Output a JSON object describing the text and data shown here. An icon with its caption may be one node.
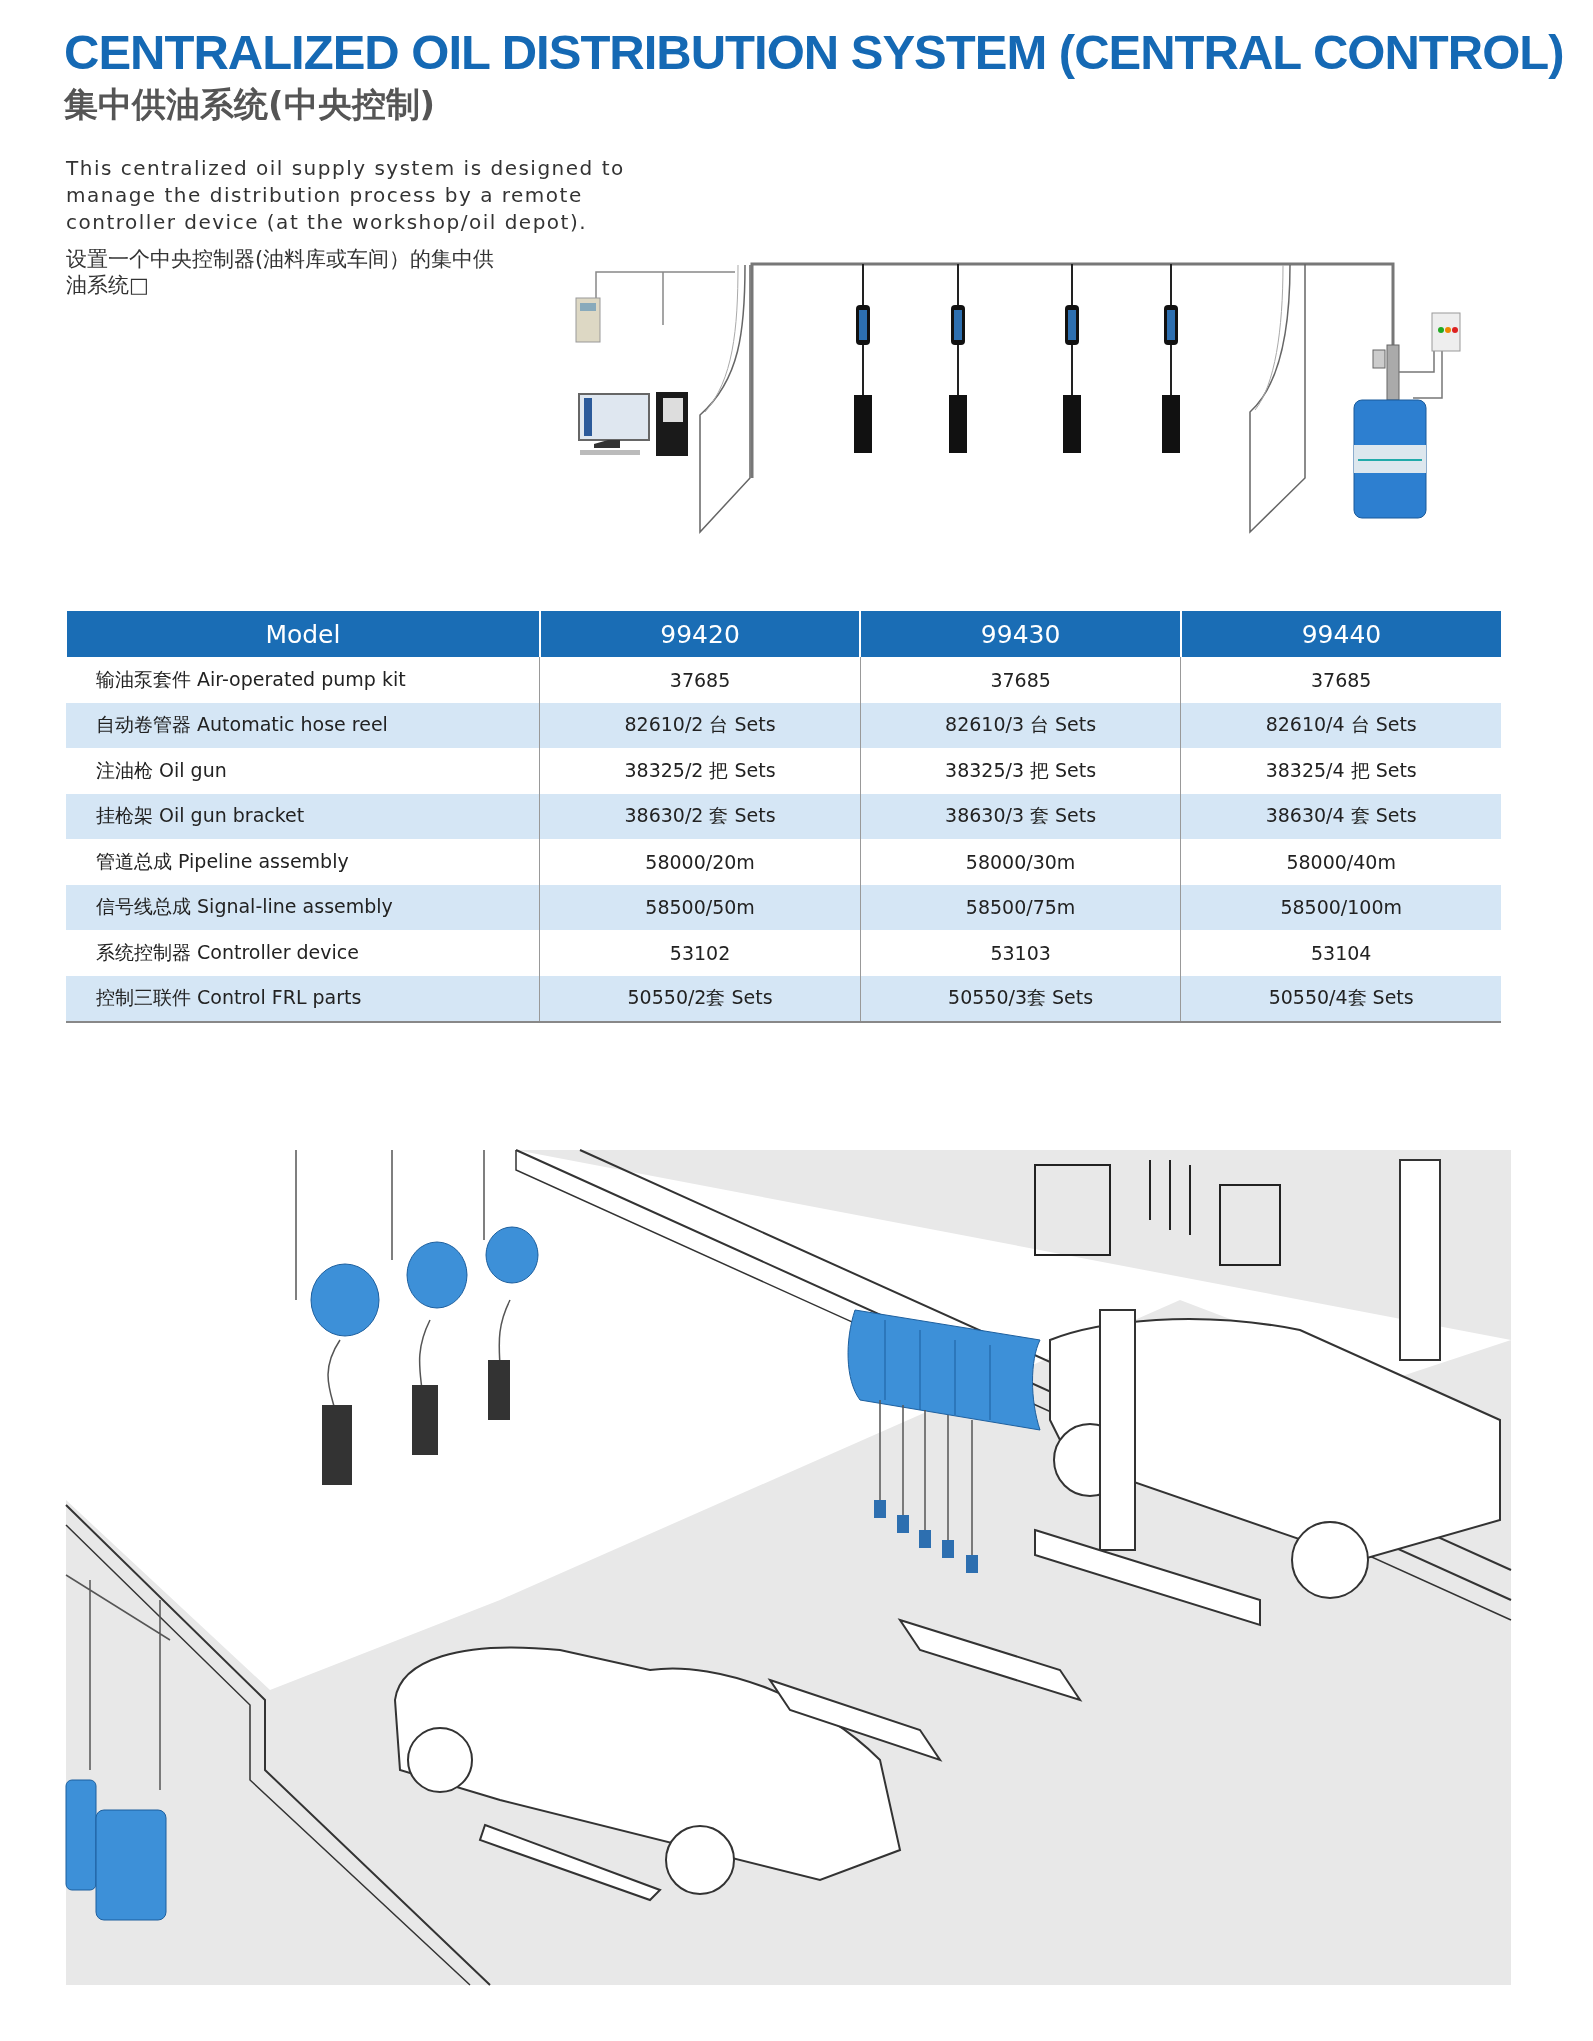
{
  "diagram": {
    "title": "CENTRALIZED OIL DISTRIBUTION SYSTEM (CENTRAL CONTROL)",
    "labels": [
      "集中供油系统(中央控制)",
      "This centralized oil supply system is designed to manage the distribution process by a remote controller device (at the workshop/oil depot).",
      "设置一个中央控制器(油料库或车间）的集中供油系统□",
      "Model",
      "99420",
      "99430",
      "99440",
      "输油泵套件 Air-operated pump kit",
      "37685",
      "37685",
      "37685",
      "自动卷管器 Automatic hose reel",
      "82610/2 台 Sets",
      "82610/3 台 Sets",
      "82610/4 台 Sets",
      "注油枪 Oil gun",
      "38325/2 把 Sets",
      "38325/3 把 Sets",
      "38325/4 把 Sets",
      "挂枪架 Oil gun bracket",
      "38630/2 套 Sets",
      "38630/3 套 Sets",
      "38630/4 套 Sets",
      "管道总成 Pipeline assembly",
      "58000/20m",
      "58000/30m",
      "58000/40m",
      "信号线总成 Signal-line assembly",
      "58500/50m",
      "58500/75m",
      "58500/100m",
      "系统控制器 Controller device",
      "53102",
      "53103",
      "53104",
      "控制三联件 Control FRL parts",
      "50550/2套 Sets",
      "50550/3套 Sets",
      "50550/4套 Sets"
    ]
  }
}
